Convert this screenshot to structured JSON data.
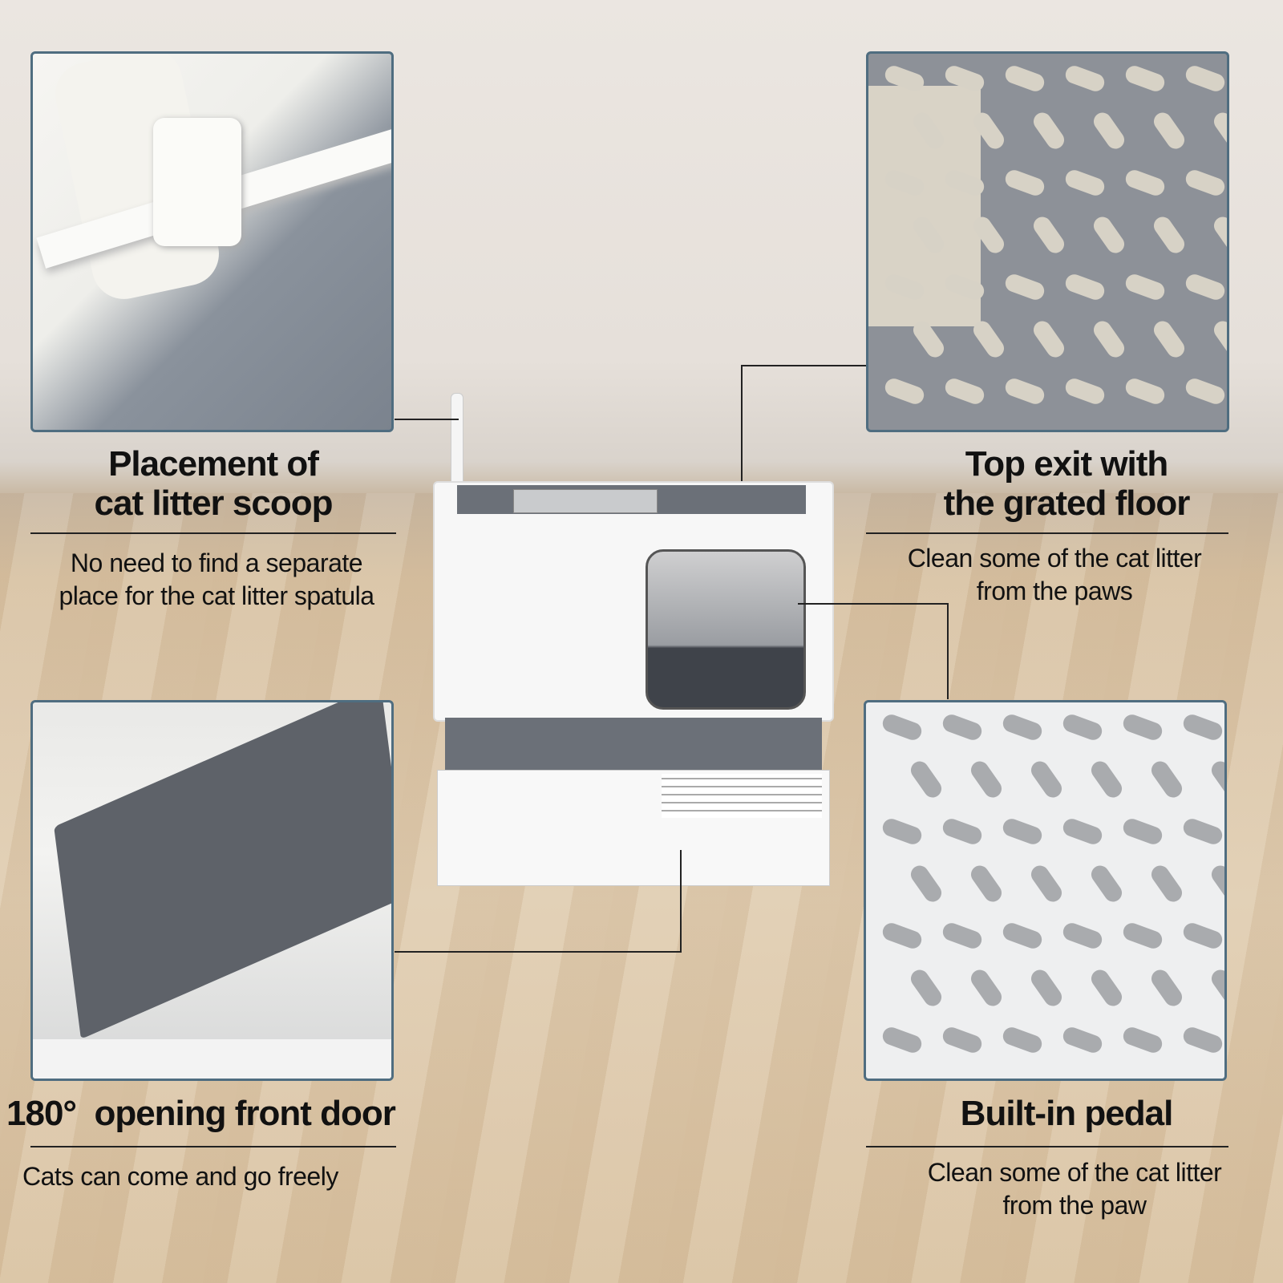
{
  "features": [
    {
      "title_lines": [
        "Placement of",
        "cat litter scoop"
      ],
      "desc_lines": [
        "No need to find a separate",
        "place for the cat litter spatula"
      ]
    },
    {
      "title_lines": [
        "Top exit with",
        "the grated floor"
      ],
      "desc_lines": [
        "Clean some of the cat litter",
        "from the paws"
      ]
    },
    {
      "title_lines": [
        "180°  opening front door"
      ],
      "desc_lines": [
        "Cats can come and go freely"
      ]
    },
    {
      "title_lines": [
        "Built-in pedal"
      ],
      "desc_lines": [
        "Clean some of the cat litter",
        "from the paw"
      ]
    }
  ],
  "colors": {
    "panel_border": "#4f6d80",
    "product_gray": "#6b7078",
    "product_white": "#f7f7f7"
  }
}
